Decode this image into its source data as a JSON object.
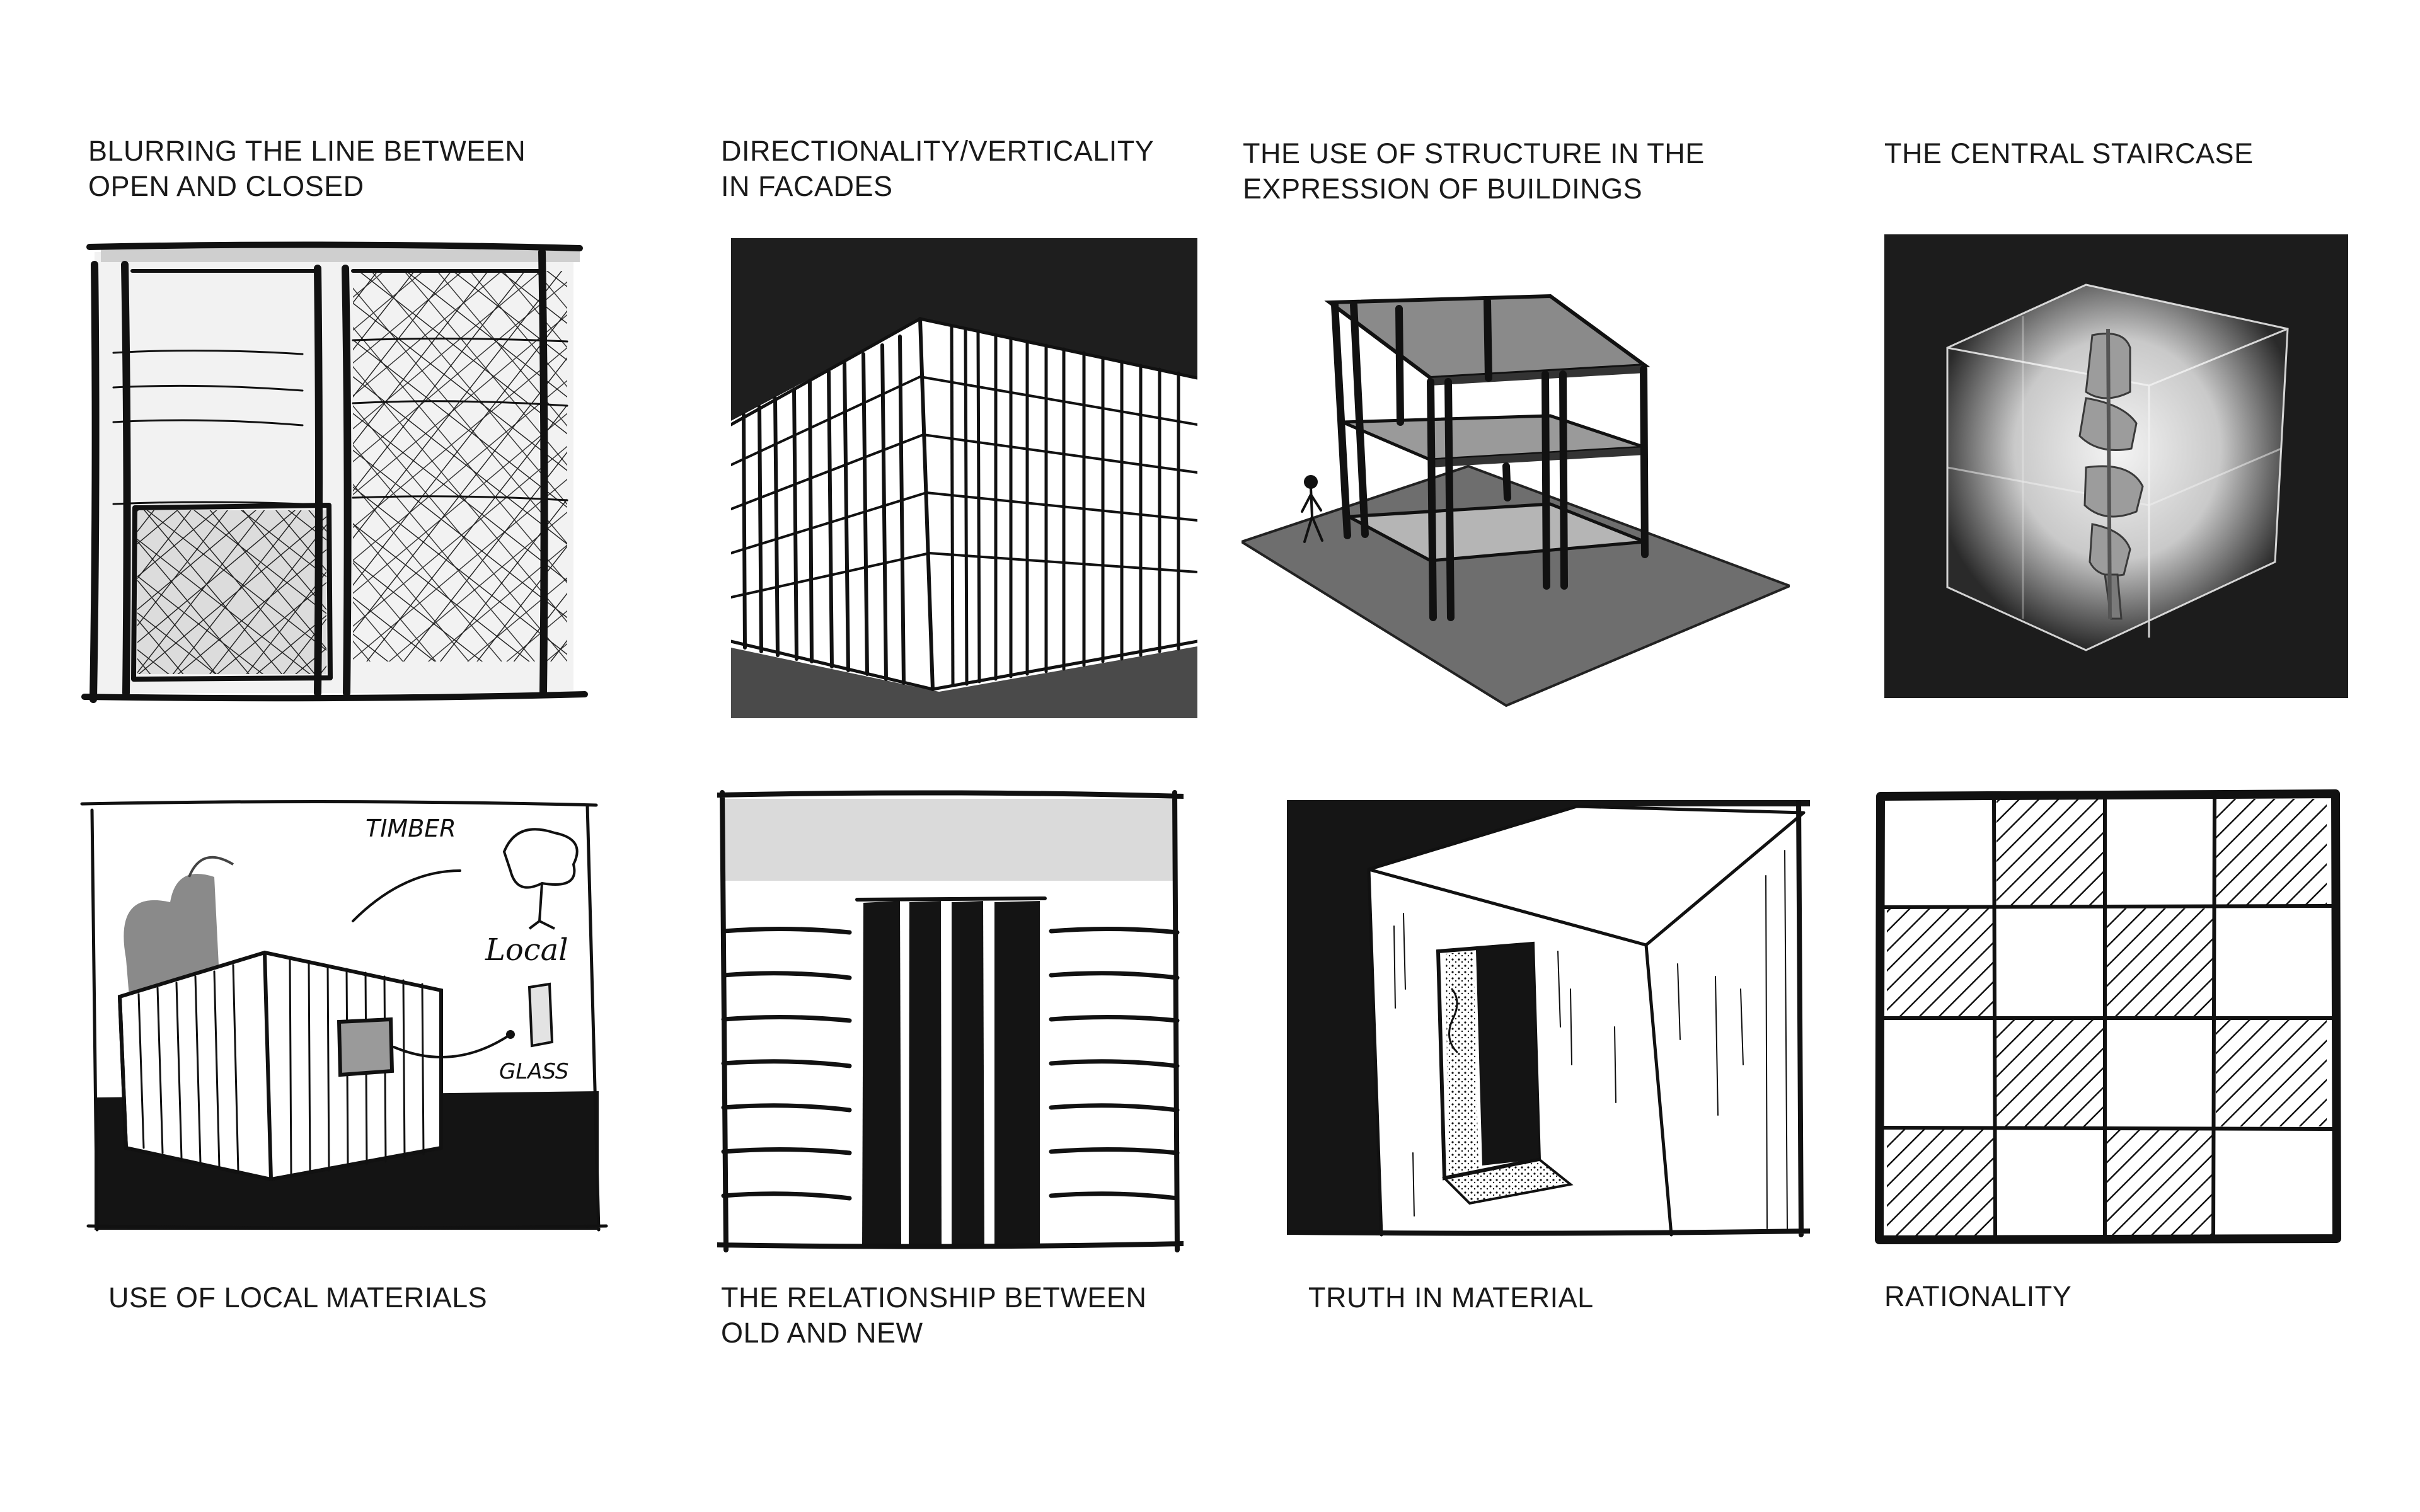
{
  "panels": [
    {
      "id": "p1",
      "lines": [
        "BLURRING THE LINE BETWEEN",
        "OPEN AND CLOSED"
      ]
    },
    {
      "id": "p2",
      "lines": [
        "DIRECTIONALITY/VERTICALITY",
        "IN FACADES"
      ]
    },
    {
      "id": "p3",
      "lines": [
        "THE USE OF STRUCTURE IN THE",
        "EXPRESSION OF BUILDINGS"
      ]
    },
    {
      "id": "p4",
      "lines": [
        "THE CENTRAL STAIRCASE"
      ]
    },
    {
      "id": "p5",
      "lines": [
        "USE OF LOCAL MATERIALS"
      ],
      "annotations": [
        "TIMBER",
        "Local",
        "GLASS"
      ]
    },
    {
      "id": "p6",
      "lines": [
        "THE RELATIONSHIP BETWEEN",
        "OLD AND NEW"
      ]
    },
    {
      "id": "p7",
      "lines": [
        "TRUTH IN MATERIAL"
      ]
    },
    {
      "id": "p8",
      "lines": [
        "RATIONALITY"
      ]
    }
  ],
  "colors": {
    "ink": "#111111",
    "dark_fill": "#1e1e1e",
    "mid_gray": "#9a9a9a",
    "light_gray": "#e6e6e6",
    "paper": "#ffffff"
  },
  "icons": [
    "lattice-window-sketch",
    "vertical-fin-facade-sketch",
    "structural-frame-sketch",
    "spiral-stair-cube-sketch",
    "timber-box-sketch",
    "striped-infill-facade-sketch",
    "deep-window-reveal-sketch",
    "checkerboard-grid-sketch"
  ]
}
